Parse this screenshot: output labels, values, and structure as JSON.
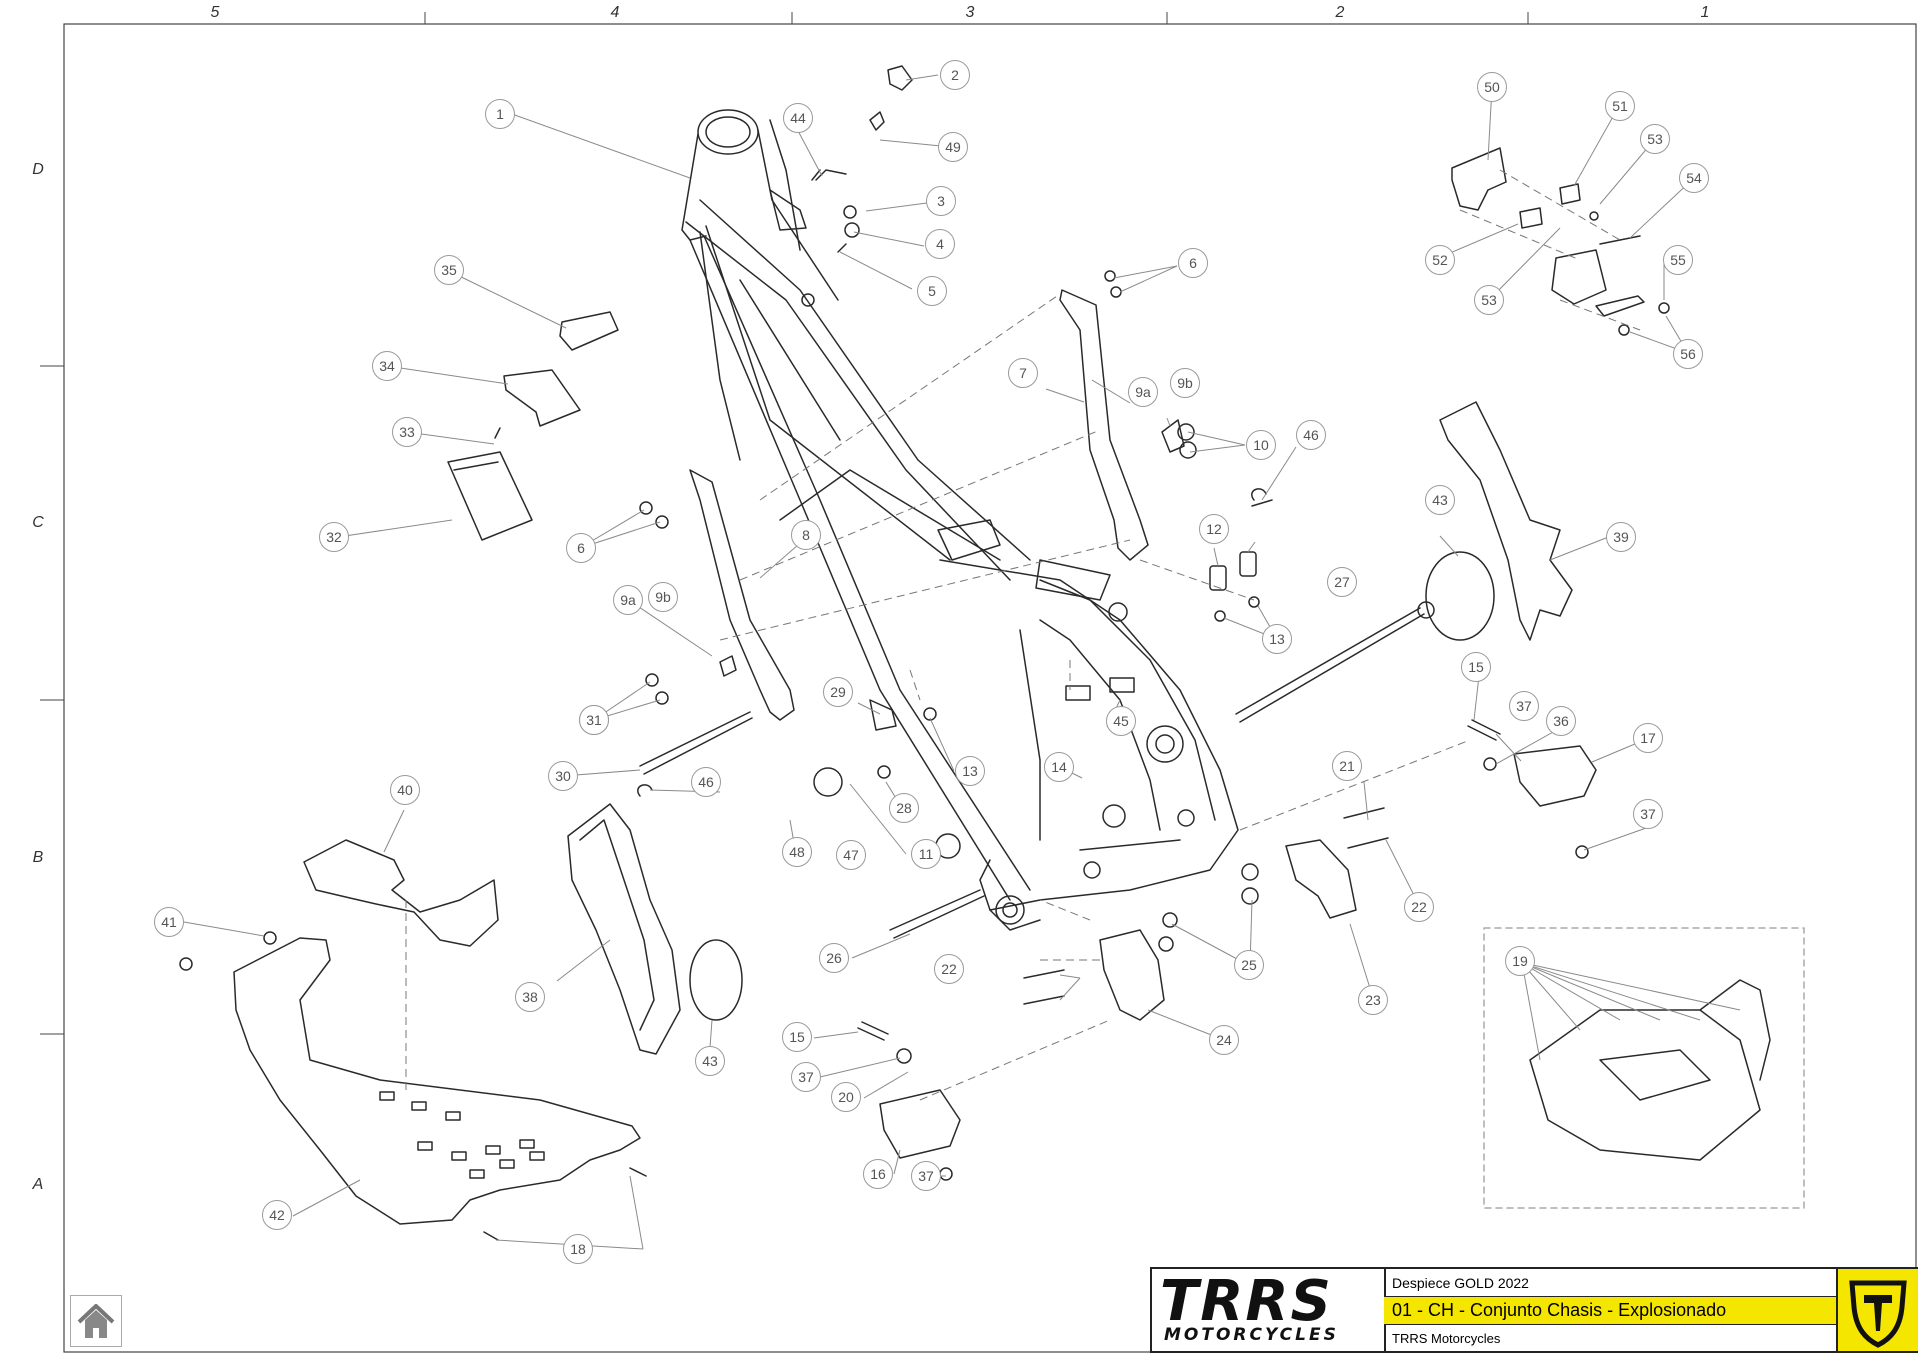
{
  "grid": {
    "columns": [
      "5",
      "4",
      "3",
      "2",
      "1"
    ],
    "rows": [
      "D",
      "C",
      "B",
      "A"
    ]
  },
  "callouts": [
    "1",
    "2",
    "3",
    "4",
    "5",
    "6",
    "6",
    "6",
    "7",
    "8",
    "9a",
    "9b",
    "9a",
    "9b",
    "10",
    "11",
    "12",
    "13",
    "13",
    "14",
    "15",
    "15",
    "16",
    "17",
    "18",
    "19",
    "20",
    "21",
    "22",
    "22",
    "23",
    "24",
    "25",
    "26",
    "27",
    "28",
    "29",
    "30",
    "31",
    "32",
    "33",
    "34",
    "35",
    "36",
    "37",
    "37",
    "37",
    "37",
    "38",
    "39",
    "40",
    "41",
    "42",
    "43",
    "43",
    "44",
    "45",
    "46",
    "46",
    "47",
    "48",
    "49",
    "50",
    "51",
    "52",
    "53",
    "53",
    "54",
    "55",
    "56"
  ],
  "title_block": {
    "logo_text": "TRRS",
    "logo_subtext": "MOTORCYCLES",
    "document": "Despiece GOLD 2022",
    "drawing_title": "01 - CH - Conjunto Chasis - Explosionado",
    "owner": "TRRS Motorcycles"
  },
  "colors": {
    "accent_yellow": "#f5e600",
    "line": "#2a2a2a",
    "callout_border": "#9a9a9a"
  },
  "icons": {
    "home": "home-icon",
    "emblem": "trrs-emblem-icon"
  }
}
